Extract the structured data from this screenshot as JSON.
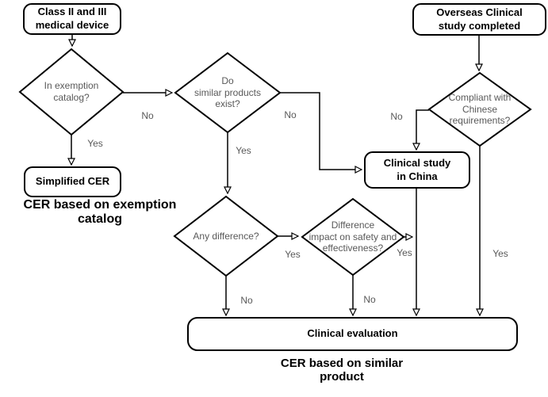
{
  "flowchart": {
    "nodes": {
      "class_device": {
        "label": "Class II and III\nmedical device"
      },
      "exemption": {
        "label": "In exemption\ncatalog?"
      },
      "simplified_cer": {
        "label": "Simplified CER"
      },
      "similar_products": {
        "label": "Do\nsimilar products\nexist?"
      },
      "overseas": {
        "label": "Overseas Clinical\nstudy completed"
      },
      "compliant": {
        "label": "Compliant with\nChinese\nrequirements?"
      },
      "china_study": {
        "label": "Clinical study\nin China"
      },
      "any_difference": {
        "label": "Any difference?"
      },
      "impact": {
        "label": "Difference\nimpact on safety and\neffectiveness?"
      },
      "clinical_evaluation": {
        "label": "Clinical evaluation"
      }
    },
    "edge_labels": {
      "exemption_no": "No",
      "exemption_yes": "Yes",
      "similar_no": "No",
      "similar_yes": "Yes",
      "compliant_no": "No",
      "compliant_yes": "Yes",
      "any_difference_yes": "Yes",
      "any_difference_no": "No",
      "impact_yes": "Yes",
      "impact_no": "No"
    },
    "captions": {
      "exemption_catalog": "CER based on exemption catalog",
      "similar_product": "CER based on similar product"
    },
    "colors": {
      "background": "#ffffff",
      "line": "#000000",
      "node_text": "#000000",
      "decision_text": "#595959",
      "edge_label_text": "#595959"
    }
  }
}
